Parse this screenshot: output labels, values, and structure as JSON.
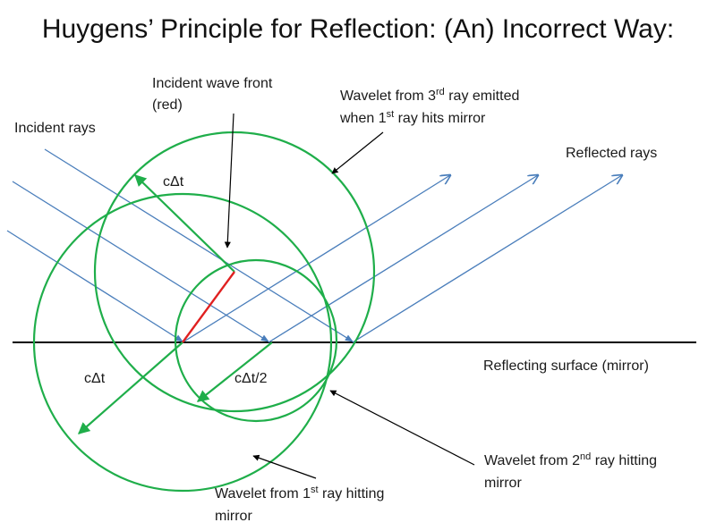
{
  "title": "Huygens’ Principle for Reflection: (An) Incorrect Way:",
  "labels": {
    "incident_rays": "Incident rays",
    "incident_front_1": "Incident wave front",
    "incident_front_2": "(red)",
    "wavelet3_a": "Wavelet from 3",
    "wavelet3_a_sup": "rd",
    "wavelet3_a_tail": " ray emitted",
    "wavelet3_b": "when 1",
    "wavelet3_b_sup": "st",
    "wavelet3_b_tail": " ray hits mirror",
    "reflected_rays": "Reflected rays",
    "c_dt_top": "cΔt",
    "c_dt_left": "cΔt",
    "c_dt_half": "cΔt/2",
    "mirror_label": "Reflecting surface (mirror)",
    "wavelet2_a": "Wavelet from 2",
    "wavelet2_a_sup": "nd",
    "wavelet2_a_tail": "  ray hitting",
    "wavelet2_b": "mirror",
    "wavelet1_a": "Wavelet from 1",
    "wavelet1_a_sup": "st",
    "wavelet1_a_tail": " ray hitting",
    "wavelet1_b": "mirror"
  },
  "colors": {
    "ray": "#4a7ebb",
    "wavelet": "#1fae4a",
    "wavefront": "#e02020",
    "mirror": "#000000",
    "pointer": "#000000"
  }
}
